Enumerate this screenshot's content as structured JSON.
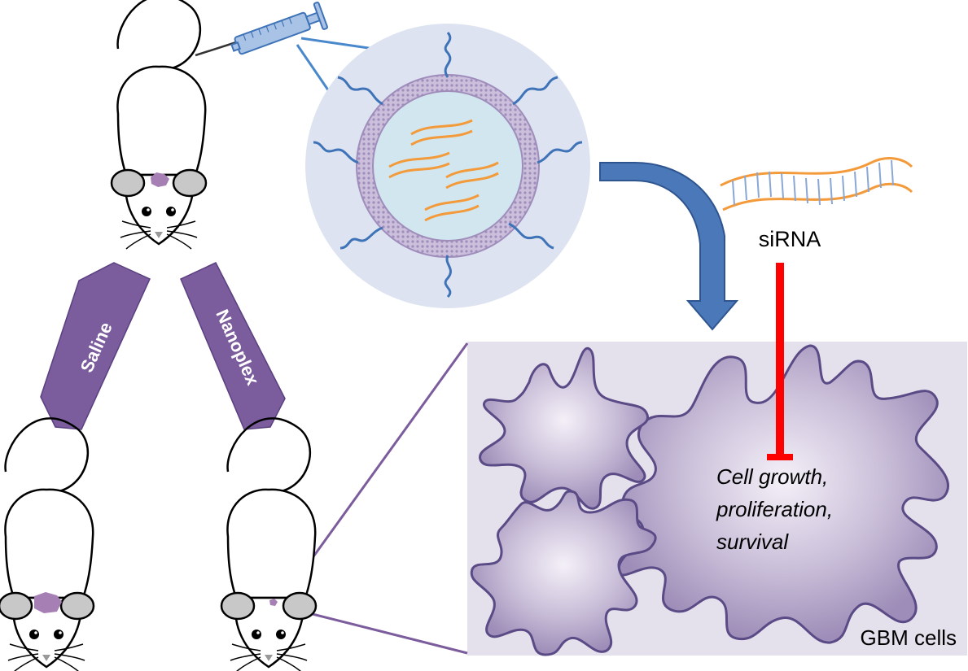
{
  "labels": {
    "saline": "Saline",
    "nanoplex": "Nanoplex",
    "sirna": "siRNA",
    "effect_line1": "Cell growth,",
    "effect_line2": "proliferation,",
    "effect_line3": "survival",
    "gbm_cells": "GBM cells"
  },
  "colors": {
    "arrow_purple": "#7b5c9c",
    "nanoplex_bg": "#dde3f0",
    "membrane": "#b3a2c8",
    "peg_blue": "#3f73b8",
    "rna_orange": "#f39a3b",
    "rna_blue": "#8aa7d6",
    "tumor_purple": "#a67fb4",
    "panel_bg": "#e4e0ec",
    "cell_fill": "#c8bcd6",
    "cell_edge": "#5a4a85",
    "inhibit_red": "#ff0000",
    "flow_arrow": "#4a78b8"
  },
  "icons": [
    "mouse-icon",
    "syringe-icon",
    "nanoplex-particle-icon",
    "sirna-duplex-icon",
    "gbm-cell-icon"
  ]
}
